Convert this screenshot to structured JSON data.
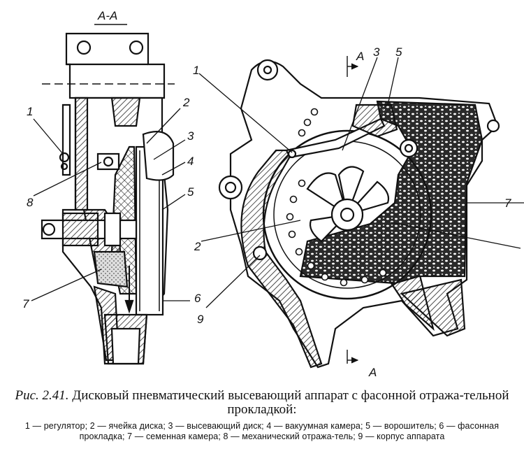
{
  "figure": {
    "section_label": "А-А",
    "section_marker_top": "А",
    "section_marker_bottom": "А",
    "left_view_labels": [
      "1",
      "8",
      "2",
      "3",
      "4",
      "5",
      "7",
      "6"
    ],
    "right_view_labels": [
      "1",
      "3",
      "5",
      "2",
      "9",
      "7"
    ]
  },
  "caption": {
    "fig_number": "Рис. 2.41.",
    "title": "Дисковый пневматический высевающий аппарат с фасонной отража-тельной прокладкой:",
    "legend": "1 — регулятор; 2 — ячейка диска; 3 — высевающий диск; 4 — вакуумная камера; 5 — ворошитель; 6 — фасонная прокладка; 7 — семенная камера; 8 — механический отража-тель; 9 — корпус аппарата"
  }
}
